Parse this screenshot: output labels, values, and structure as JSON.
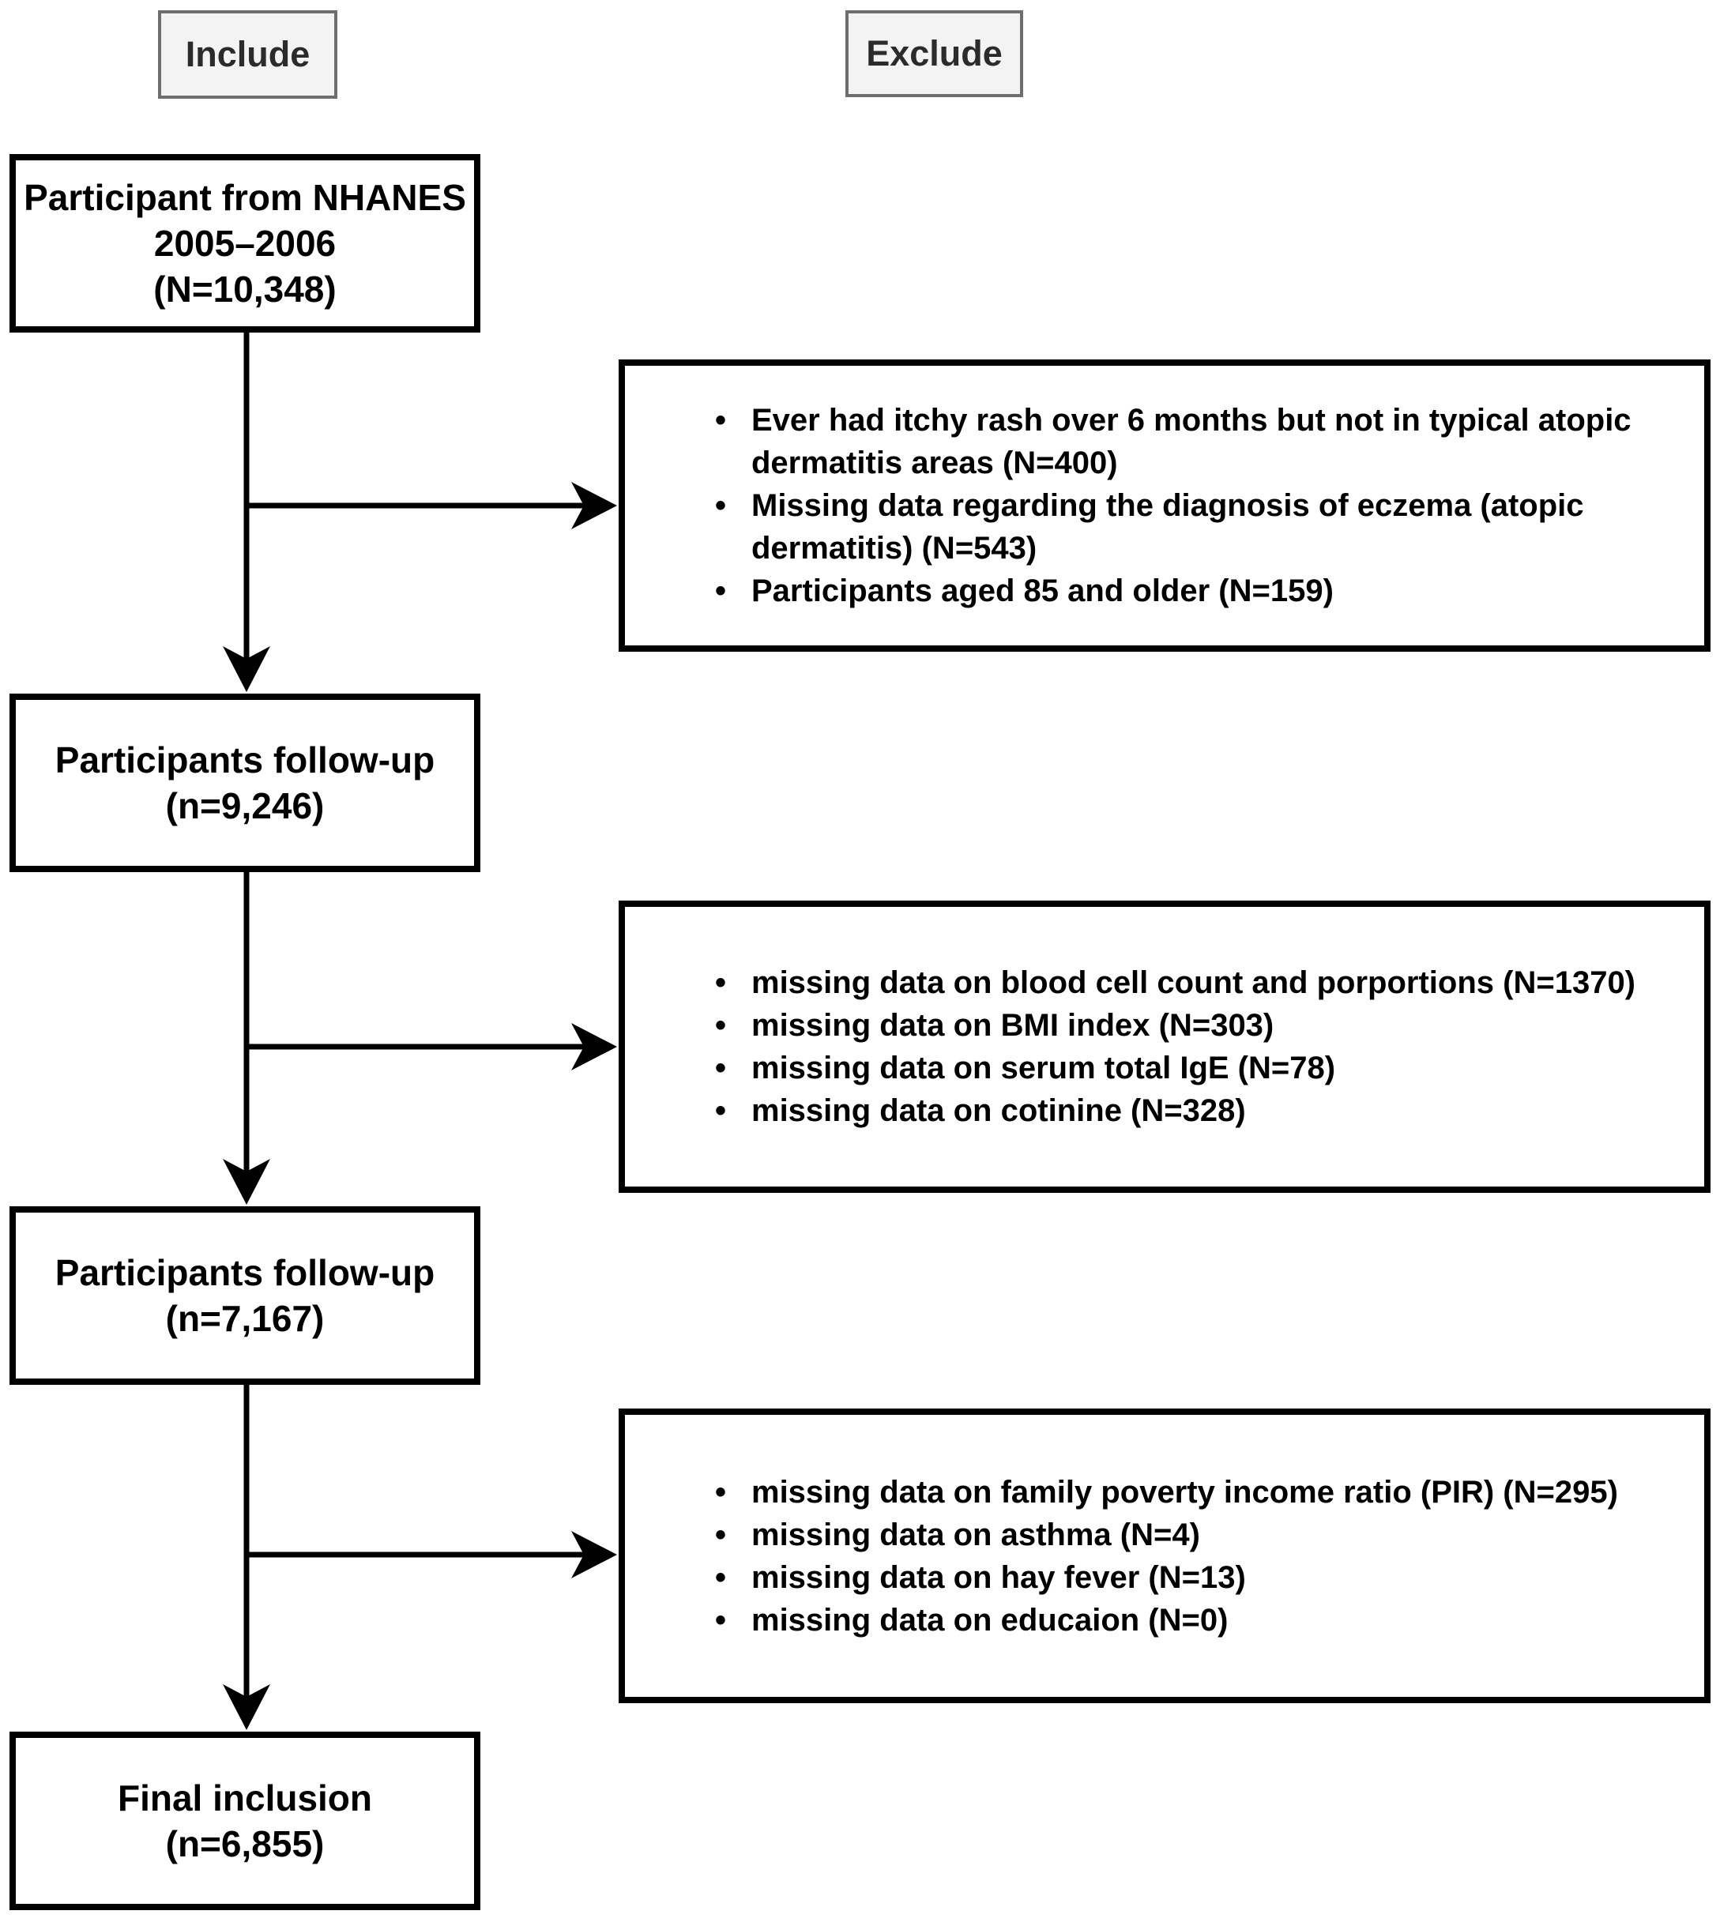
{
  "diagram": {
    "column_labels": {
      "include": "Include",
      "exclude": "Exclude"
    },
    "flow_boxes": [
      {
        "name": "participants-nhanes",
        "lines": [
          "Participant from NHANES",
          "2005–2006",
          "(N=10,348)"
        ]
      },
      {
        "name": "participants-followup-1",
        "lines": [
          "Participants follow-up",
          "(n=9,246)"
        ]
      },
      {
        "name": "participants-followup-2",
        "lines": [
          "Participants follow-up",
          "(n=7,167)"
        ]
      },
      {
        "name": "final-inclusion",
        "lines": [
          "Final inclusion",
          "(n=6,855)"
        ]
      }
    ],
    "exclusion_boxes": [
      {
        "bullets": [
          "Ever had itchy rash over 6 months but not in typical atopic dermatitis areas (N=400)",
          "Missing data regarding the diagnosis of eczema (atopic dermatitis) (N=543)",
          "Participants aged 85 and older (N=159)"
        ]
      },
      {
        "bullets": [
          "missing data on blood cell count and porportions (N=1370)",
          "missing data on BMI index (N=303)",
          "missing data on serum total IgE (N=78)",
          "missing data on cotinine (N=328)"
        ]
      },
      {
        "bullets": [
          "missing data on family poverty income ratio (PIR) (N=295)",
          "missing data on asthma (N=4)",
          "missing data on hay fever (N=13)",
          "missing data on educaion (N=0)"
        ]
      }
    ],
    "colors": {
      "page_bg": "#ffffff",
      "box_border": "#000000",
      "box_bg": "#ffffff",
      "text": "#000000",
      "arrow": "#000000",
      "label_bg": "#f3f3f3",
      "label_border": "#6e6e6e",
      "label_text": "#2b2b2b"
    }
  }
}
